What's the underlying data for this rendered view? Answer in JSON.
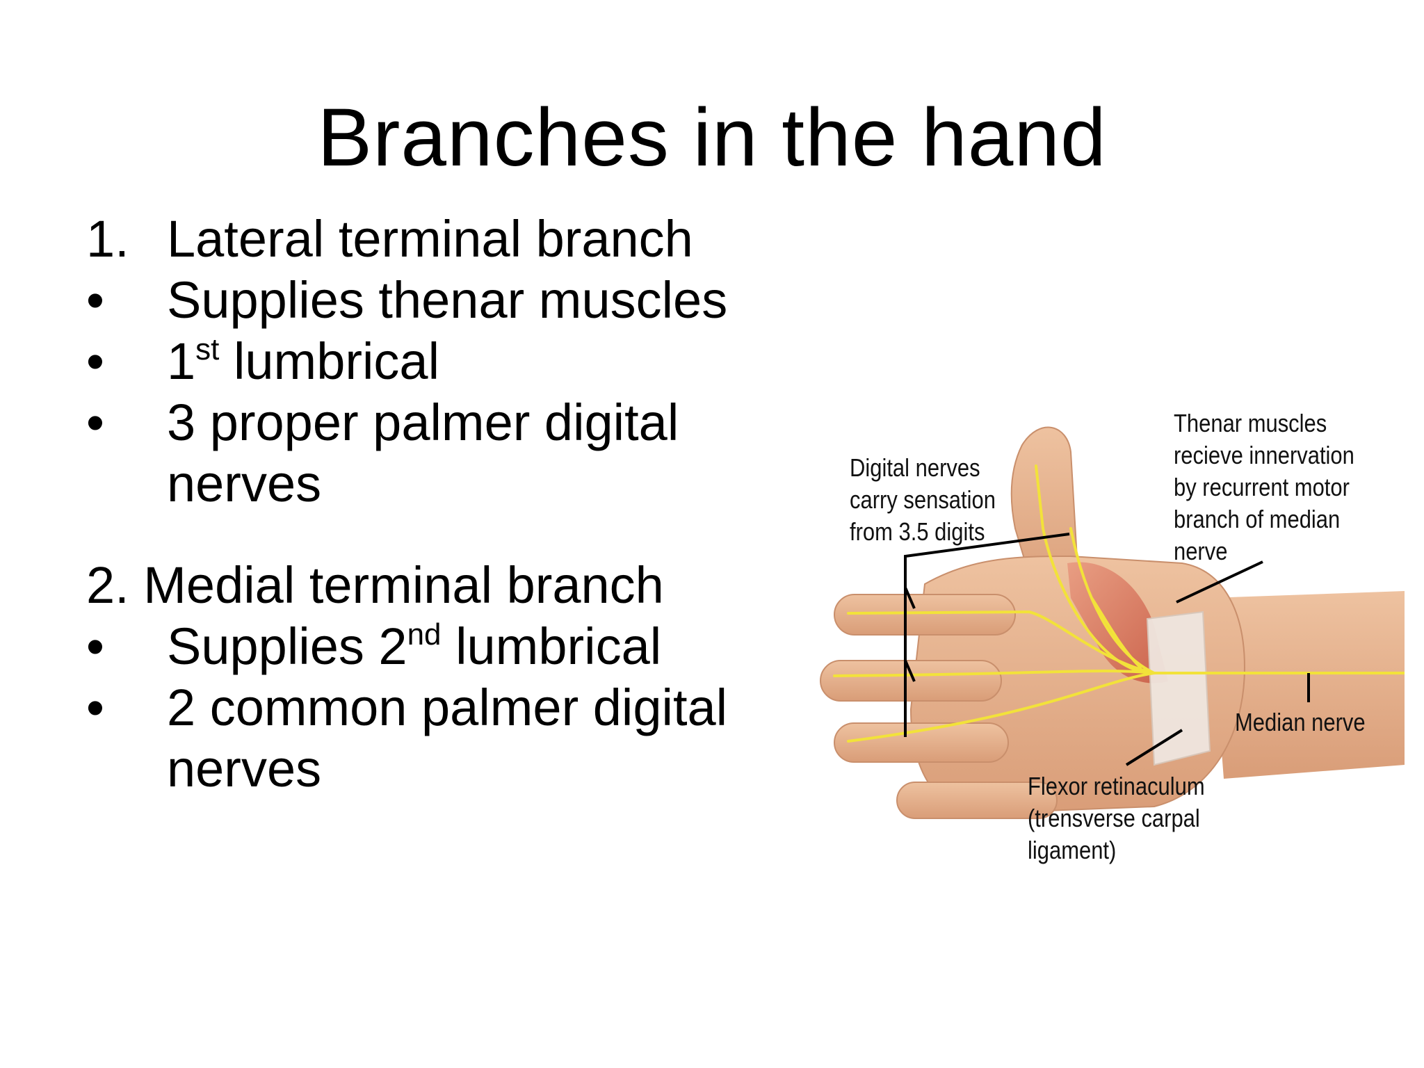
{
  "slide": {
    "title": "Branches in the hand",
    "section1": {
      "marker": "1.",
      "heading": "Lateral terminal branch",
      "bullets": [
        {
          "marker": "•",
          "text": "Supplies thenar muscles"
        },
        {
          "marker": "•",
          "text_pre": "1",
          "sup": "st",
          "text_post": " lumbrical"
        },
        {
          "marker": "•",
          "line1": "3 proper palmer digital",
          "line2": "nerves"
        }
      ]
    },
    "section2": {
      "heading": "2. Medial terminal branch",
      "bullets": [
        {
          "marker": "•",
          "text_pre": "Supplies 2",
          "sup": "nd",
          "text_post": " lumbrical"
        },
        {
          "marker": "•",
          "line1": "2 common palmer digital",
          "line2": "nerves"
        }
      ]
    }
  },
  "figure": {
    "labels": {
      "digital_nerves": [
        "Digital nerves",
        "carry sensation",
        "from 3.5 digits"
      ],
      "thenar_muscles": [
        "Thenar muscles",
        "recieve innervation",
        "by recurrent motor",
        "branch of median",
        "nerve"
      ],
      "median_nerve": "Median nerve",
      "flexor_retinaculum": [
        "Flexor retinaculum",
        "(trensverse carpal",
        "ligament)"
      ]
    },
    "colors": {
      "skin": "#e8b894",
      "skin_shadow": "#c98f6c",
      "nerve": "#f2e23a",
      "muscle": "#d9735a",
      "retinaculum": "#efe6df",
      "leader_line": "#000000"
    }
  }
}
